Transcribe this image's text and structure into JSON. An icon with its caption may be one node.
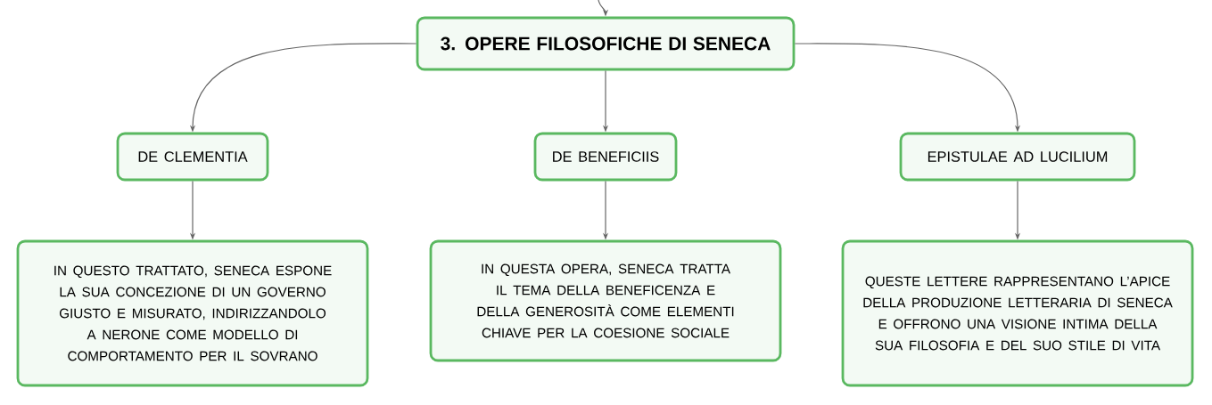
{
  "diagram": {
    "nodes": [
      {
        "text": [
          "3. OPERE FILOSOFICHE DI SENECA"
        ]
      },
      {
        "text": [
          "DE CLEMENTIA"
        ]
      },
      {
        "text": [
          "DE BENEFICIIS"
        ]
      },
      {
        "text": [
          "EPISTULAE AD LUCILIUM"
        ]
      },
      {
        "text": [
          "IN QUESTO TRATTATO, SENECA ESPONE LA SUA CONCEZIONE DI UN GOVERNO GIUSTO E MISURATO, INDIRIZZANDOLO A NERONE COME MODELLO DI COMPORTAMENTO PER IL SOVRANO"
        ]
      },
      {
        "text": [
          "IN QUESTA OPERA, SENECA TRATTA IL TEMA DELLA BENEFICENZA E DELLA GENEROSITÀ COME ELEMENTI CHIAVE PER LA COESIONE SOCIALE"
        ]
      },
      {
        "text": [
          "QUESTE LETTERE RAPPRESENTANO L’APICE DELLA PRODUZIONE LETTERARIA DI SENECA E OFFRONO UNA VISIONE INTIMA DELLA SUA FILOSOFIA E DEL SUO STILE DI VITA"
        ]
      }
    ],
    "edges": [
      {
        "from": null,
        "to": 0,
        "arrow": "to"
      },
      {
        "from": 0,
        "to": 1,
        "arrow": "to"
      },
      {
        "from": 0,
        "to": 2,
        "arrow": "to"
      },
      {
        "from": 0,
        "to": 3,
        "arrow": "to"
      },
      {
        "from": 1,
        "to": 4,
        "arrow": "to"
      },
      {
        "from": 2,
        "to": 5,
        "arrow": "to"
      },
      {
        "from": 3,
        "to": 6,
        "arrow": "to"
      }
    ]
  }
}
